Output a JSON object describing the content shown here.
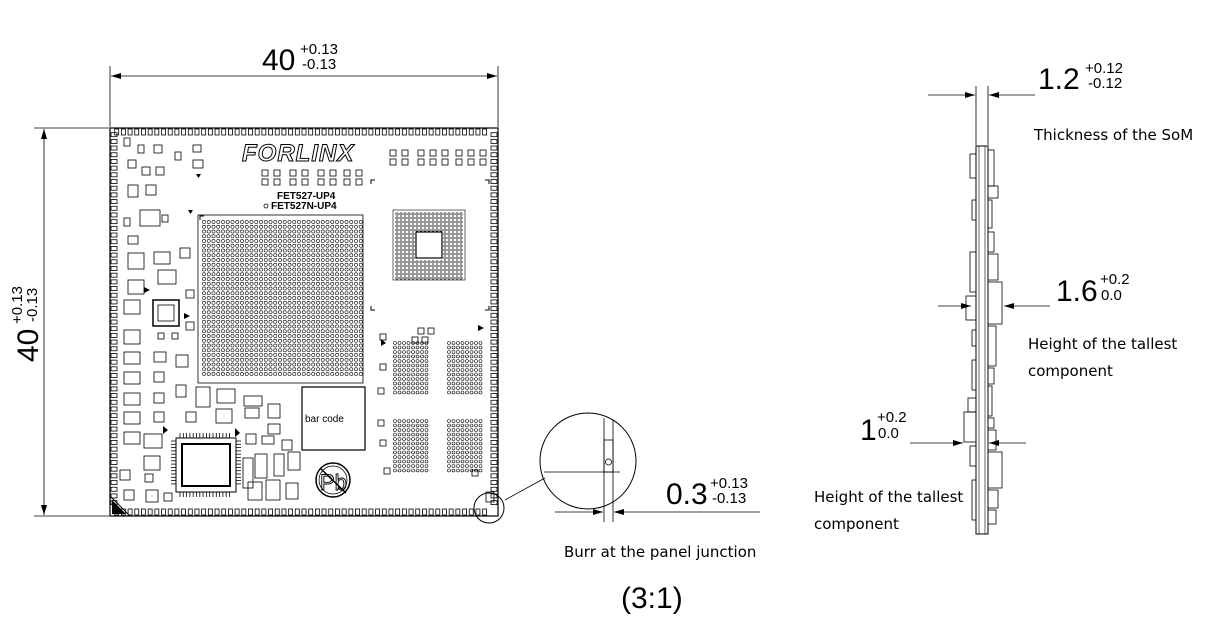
{
  "front_view": {
    "brand_logo": "FORLINX",
    "model_1": "FET527-UP4",
    "model_2": "FET527N-UP4",
    "barcode_label": "bar code",
    "pb_mark": "Pb",
    "width_dim": {
      "nominal": "40",
      "tol_plus": "+0.13",
      "tol_minus": "-0.13"
    },
    "height_dim": {
      "nominal": "40",
      "tol_plus": "+0.13",
      "tol_minus": "-0.13"
    }
  },
  "detail_view": {
    "burr_dim": {
      "nominal": "0.3",
      "tol_plus": "+0.13",
      "tol_minus": "-0.13"
    },
    "caption": "Burr at the panel junction",
    "scale": "(3:1)"
  },
  "side_view": {
    "thickness_dim": {
      "nominal": "1.2",
      "tol_plus": "+0.12",
      "tol_minus": "-0.12"
    },
    "thickness_label": "Thickness of the SoM",
    "top_component_dim": {
      "nominal": "1.6",
      "tol_plus": "+0.2",
      "tol_minus": "0.0"
    },
    "top_component_label_line1": "Height of the tallest",
    "top_component_label_line2": "component",
    "bottom_component_dim": {
      "nominal": "1",
      "tol_plus": "+0.2",
      "tol_minus": "0.0"
    },
    "bottom_component_label_line1": "Height of the tallest",
    "bottom_component_label_line2": "component"
  }
}
